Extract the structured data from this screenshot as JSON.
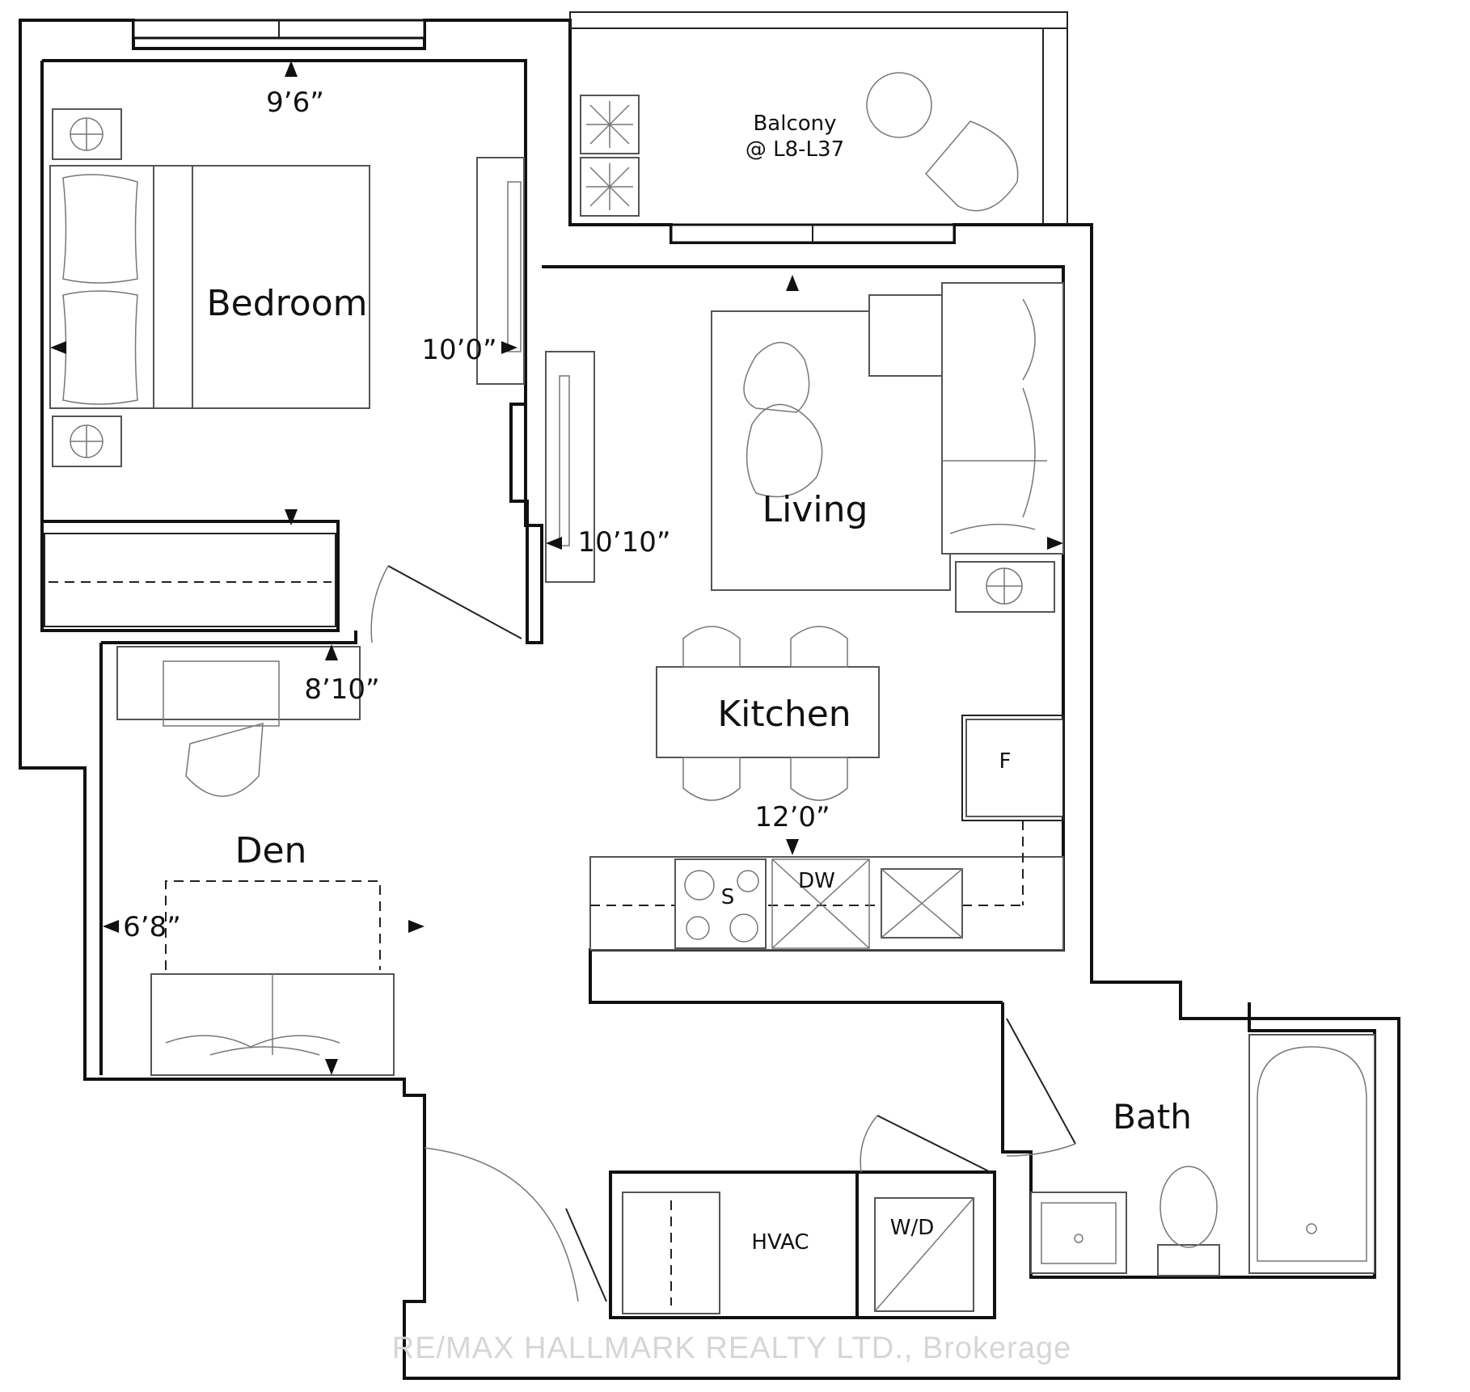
{
  "rooms": {
    "bedroom": "Bedroom",
    "living": "Living",
    "kitchen": "Kitchen",
    "den": "Den",
    "bath": "Bath",
    "balcony_line1": "Balcony",
    "balcony_line2": "@ L8-L37",
    "hvac": "HVAC"
  },
  "dimensions": {
    "bedroom_width": "9’6”",
    "bedroom_length": "10’0”",
    "living_width": "10’10”",
    "den_length": "8’10”",
    "kitchen_width": "12’0”",
    "den_width": "6’8”"
  },
  "appliances": {
    "fridge": "F",
    "stove": "S",
    "dishwasher": "DW",
    "washer_dryer": "W/D"
  },
  "watermark": "RE/MAX HALLMARK REALTY LTD., Brokerage"
}
